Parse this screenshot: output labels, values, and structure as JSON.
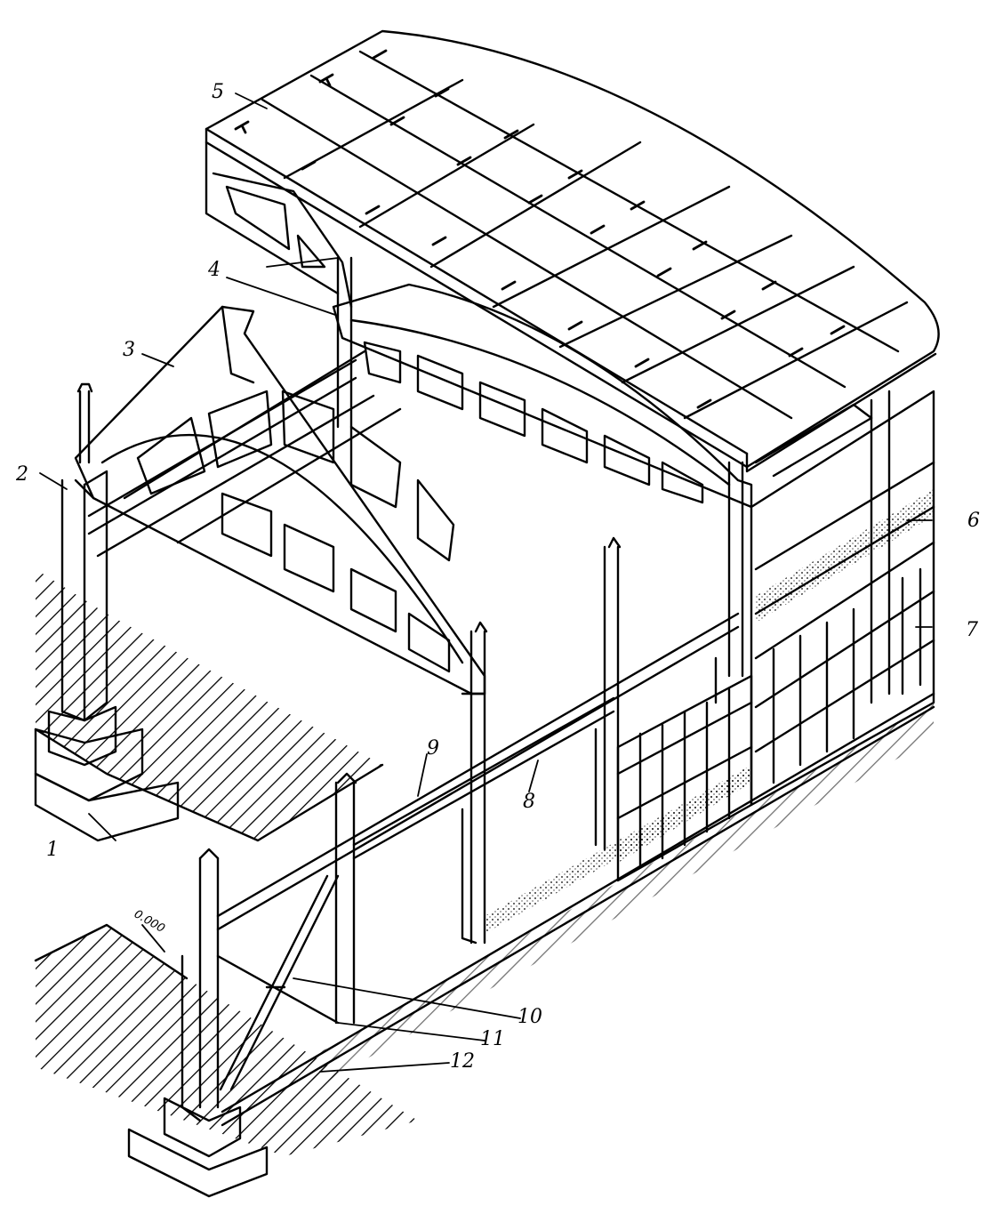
{
  "labels": {
    "l1": "1",
    "l2": "2",
    "l3": "3",
    "l4": "4",
    "l5": "5",
    "l6": "6",
    "l7": "7",
    "l8": "8",
    "l9": "9",
    "l10": "10",
    "l11": "11",
    "l12": "12",
    "level_mark": "0.000"
  },
  "colors": {
    "ink": "#000000",
    "paper": "#ffffff"
  }
}
